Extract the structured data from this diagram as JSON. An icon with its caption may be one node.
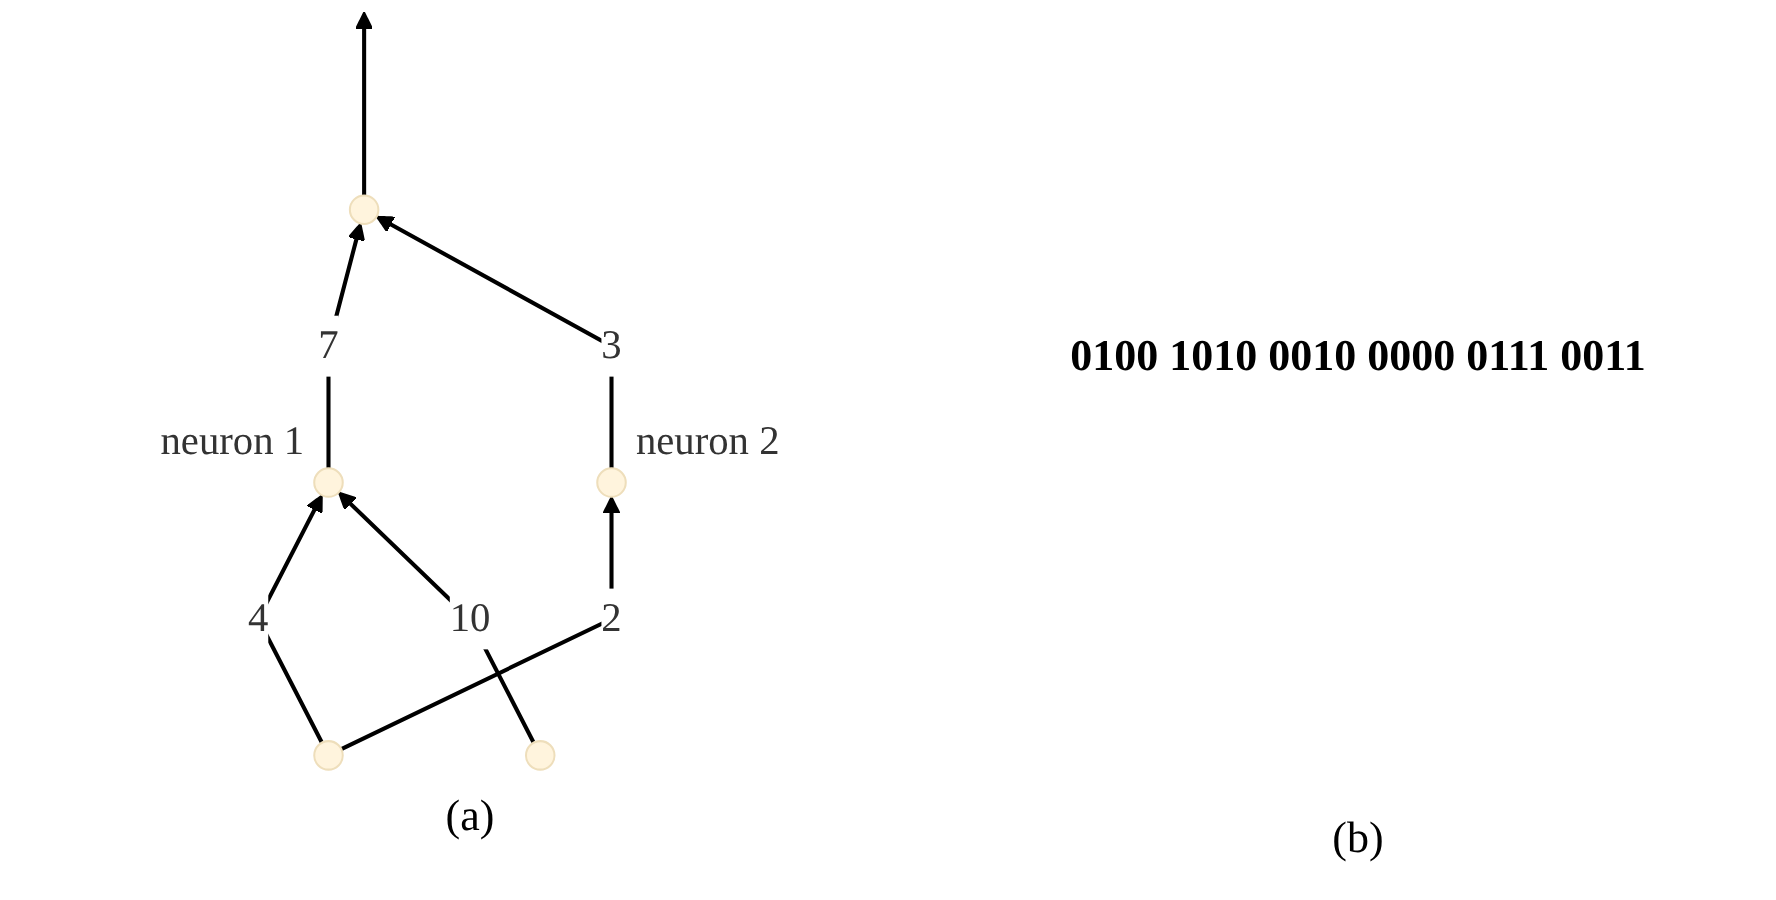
{
  "diagram": {
    "nodes": [
      {
        "text": [],
        "shape": "circle"
      },
      {
        "text": [],
        "shape": "circle",
        "beside": [
          "neuron 1"
        ]
      },
      {
        "text": [],
        "shape": "circle",
        "beside": [
          "neuron 2"
        ]
      },
      {
        "text": [],
        "shape": "circle"
      },
      {
        "text": [],
        "shape": "circle"
      }
    ],
    "edges": [
      {
        "from": 0,
        "to": null,
        "arrow": "to"
      },
      {
        "from": 1,
        "to": 0,
        "arrow": "to",
        "label": "7"
      },
      {
        "from": 2,
        "to": 0,
        "arrow": "to",
        "label": "3"
      },
      {
        "from": 3,
        "to": 1,
        "arrow": "to",
        "label": "4"
      },
      {
        "from": 4,
        "to": 1,
        "arrow": "to",
        "label": "10"
      },
      {
        "from": 3,
        "to": 2,
        "arrow": "to",
        "label": "2"
      }
    ],
    "labels": [
      "0100 1010 0010 0000 0111 0011",
      "(a)",
      "(b)"
    ]
  }
}
